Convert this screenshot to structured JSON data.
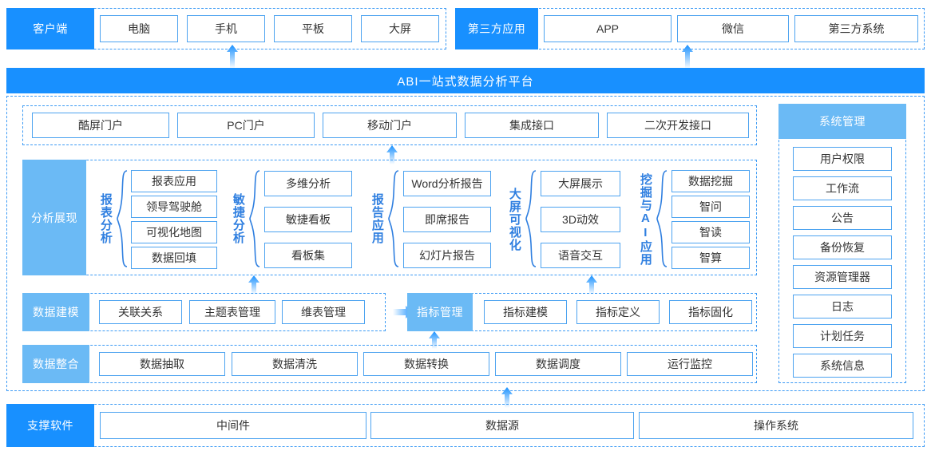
{
  "client_row": {
    "label": "客户端",
    "items": [
      "电脑",
      "手机",
      "平板",
      "大屏"
    ]
  },
  "third_party_row": {
    "label": "第三方应用",
    "items": [
      "APP",
      "微信",
      "第三方系统"
    ]
  },
  "platform_bar": {
    "title": "ABI一站式数据分析平台"
  },
  "portal_row": {
    "items": [
      "酷屏门户",
      "PC门户",
      "移动门户",
      "集成接口",
      "二次开发接口"
    ]
  },
  "analysis_row": {
    "label": "分析展现",
    "groups": [
      {
        "name": "报表分析",
        "items": [
          "报表应用",
          "领导驾驶舱",
          "可视化地图",
          "数据回填"
        ]
      },
      {
        "name": "敏捷分析",
        "items": [
          "多维分析",
          "敏捷看板",
          "看板集"
        ]
      },
      {
        "name": "报告应用",
        "items": [
          "Word分析报告",
          "即席报告",
          "幻灯片报告"
        ]
      },
      {
        "name": "大屏可视化",
        "items": [
          "大屏展示",
          "3D动效",
          "语音交互"
        ]
      },
      {
        "name": "挖掘与AI应用",
        "items": [
          "数据挖掘",
          "智问",
          "智读",
          "智算"
        ]
      }
    ]
  },
  "modeling_row": {
    "label": "数据建模",
    "items": [
      "关联关系",
      "主题表管理",
      "维表管理"
    ],
    "metric_label": "指标管理",
    "metric_items": [
      "指标建模",
      "指标定义",
      "指标固化"
    ]
  },
  "integration_row": {
    "label": "数据整合",
    "items": [
      "数据抽取",
      "数据清洗",
      "数据转换",
      "数据调度",
      "运行监控"
    ]
  },
  "system_panel": {
    "label": "系统管理",
    "items": [
      "用户权限",
      "工作流",
      "公告",
      "备份恢复",
      "资源管理器",
      "日志",
      "计划任务",
      "系统信息"
    ]
  },
  "support_row": {
    "label": "支撑软件",
    "items": [
      "中间件",
      "数据源",
      "操作系统"
    ]
  },
  "colors": {
    "primary": "#1890ff",
    "light": "#6bbaf5",
    "border": "#4da3f0",
    "dashed": "#3d9bf5"
  }
}
